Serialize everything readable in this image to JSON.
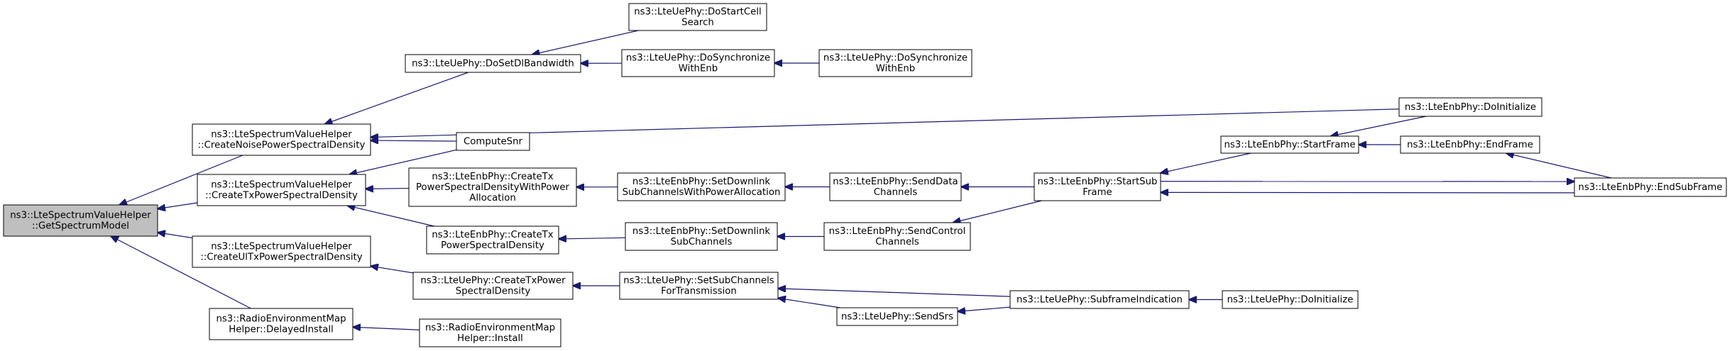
{
  "graph": {
    "colors": {
      "edge": "#191970",
      "root_fill": "#bfbfbf",
      "node_fill": "#ffffff",
      "border": "#000000"
    },
    "nodes": [
      {
        "id": "n0",
        "lines": [
          "ns3::LteSpectrumValueHelper",
          "::GetSpectrumModel"
        ],
        "root": true
      },
      {
        "id": "n1",
        "lines": [
          "ns3::LteSpectrumValueHelper",
          "::CreateNoisePowerSpectralDensity"
        ]
      },
      {
        "id": "n2",
        "lines": [
          "ns3::LteSpectrumValueHelper",
          "::CreateTxPowerSpectralDensity"
        ]
      },
      {
        "id": "n3",
        "lines": [
          "ns3::LteSpectrumValueHelper",
          "::CreateUlTxPowerSpectralDensity"
        ]
      },
      {
        "id": "n4",
        "lines": [
          "ns3::RadioEnvironmentMap",
          "Helper::DelayedInstall"
        ]
      },
      {
        "id": "n5",
        "lines": [
          "ns3::LteUePhy::DoSetDlBandwidth"
        ]
      },
      {
        "id": "n6",
        "lines": [
          "ComputeSnr"
        ]
      },
      {
        "id": "n7",
        "lines": [
          "ns3::LteEnbPhy::DoInitialize"
        ]
      },
      {
        "id": "n8",
        "lines": [
          "ns3::LteUePhy::DoStartCell",
          "Search"
        ]
      },
      {
        "id": "n9",
        "lines": [
          "ns3::LteUePhy::DoSynchronize",
          "WithEnb"
        ]
      },
      {
        "id": "n10",
        "lines": [
          "ns3::LteUePhy::DoSynchronize",
          "WithEnb"
        ]
      },
      {
        "id": "n11",
        "lines": [
          "ns3::LteEnbPhy::CreateTx",
          "PowerSpectralDensityWithPower",
          "Allocation"
        ]
      },
      {
        "id": "n12",
        "lines": [
          "ns3::LteEnbPhy::SetDownlink",
          "SubChannelsWithPowerAllocation"
        ]
      },
      {
        "id": "n13",
        "lines": [
          "ns3::LteEnbPhy::SendData",
          "Channels"
        ]
      },
      {
        "id": "n14",
        "lines": [
          "ns3::LteEnbPhy::StartSub",
          "Frame"
        ]
      },
      {
        "id": "n15",
        "lines": [
          "ns3::LteEnbPhy::StartFrame"
        ]
      },
      {
        "id": "n16",
        "lines": [
          "ns3::LteEnbPhy::EndFrame"
        ]
      },
      {
        "id": "n17",
        "lines": [
          "ns3::LteEnbPhy::EndSubFrame"
        ]
      },
      {
        "id": "n18",
        "lines": [
          "ns3::LteEnbPhy::CreateTx",
          "PowerSpectralDensity"
        ]
      },
      {
        "id": "n19",
        "lines": [
          "ns3::LteEnbPhy::SetDownlink",
          "SubChannels"
        ]
      },
      {
        "id": "n20",
        "lines": [
          "ns3::LteEnbPhy::SendControl",
          "Channels"
        ]
      },
      {
        "id": "n21",
        "lines": [
          "ns3::LteUePhy::CreateTxPower",
          "SpectralDensity"
        ]
      },
      {
        "id": "n22",
        "lines": [
          "ns3::LteUePhy::SetSubChannels",
          "ForTransmission"
        ]
      },
      {
        "id": "n23",
        "lines": [
          "ns3::LteUePhy::SubframeIndication"
        ]
      },
      {
        "id": "n24",
        "lines": [
          "ns3::LteUePhy::DoInitialize"
        ]
      },
      {
        "id": "n25",
        "lines": [
          "ns3::LteUePhy::SendSrs"
        ]
      },
      {
        "id": "n26",
        "lines": [
          "ns3::RadioEnvironmentMap",
          "Helper::Install"
        ]
      }
    ],
    "edges": [
      {
        "from": "n1",
        "to": "n0"
      },
      {
        "from": "n2",
        "to": "n0"
      },
      {
        "from": "n3",
        "to": "n0"
      },
      {
        "from": "n4",
        "to": "n0"
      },
      {
        "from": "n5",
        "to": "n1"
      },
      {
        "from": "n6",
        "to": "n1"
      },
      {
        "from": "n7",
        "to": "n1"
      },
      {
        "from": "n8",
        "to": "n5"
      },
      {
        "from": "n9",
        "to": "n5"
      },
      {
        "from": "n10",
        "to": "n9"
      },
      {
        "from": "n6",
        "to": "n2"
      },
      {
        "from": "n11",
        "to": "n2"
      },
      {
        "from": "n18",
        "to": "n2"
      },
      {
        "from": "n12",
        "to": "n11"
      },
      {
        "from": "n13",
        "to": "n12"
      },
      {
        "from": "n14",
        "to": "n13"
      },
      {
        "from": "n15",
        "to": "n14"
      },
      {
        "from": "n17",
        "to": "n14"
      },
      {
        "from": "n7",
        "to": "n15"
      },
      {
        "from": "n16",
        "to": "n15"
      },
      {
        "from": "n17",
        "to": "n16"
      },
      {
        "from": "n14",
        "to": "n17"
      },
      {
        "from": "n19",
        "to": "n18"
      },
      {
        "from": "n20",
        "to": "n19"
      },
      {
        "from": "n14",
        "to": "n20"
      },
      {
        "from": "n21",
        "to": "n3"
      },
      {
        "from": "n22",
        "to": "n21"
      },
      {
        "from": "n23",
        "to": "n22"
      },
      {
        "from": "n25",
        "to": "n22"
      },
      {
        "from": "n24",
        "to": "n23"
      },
      {
        "from": "n23",
        "to": "n25"
      },
      {
        "from": "n26",
        "to": "n4"
      }
    ]
  }
}
